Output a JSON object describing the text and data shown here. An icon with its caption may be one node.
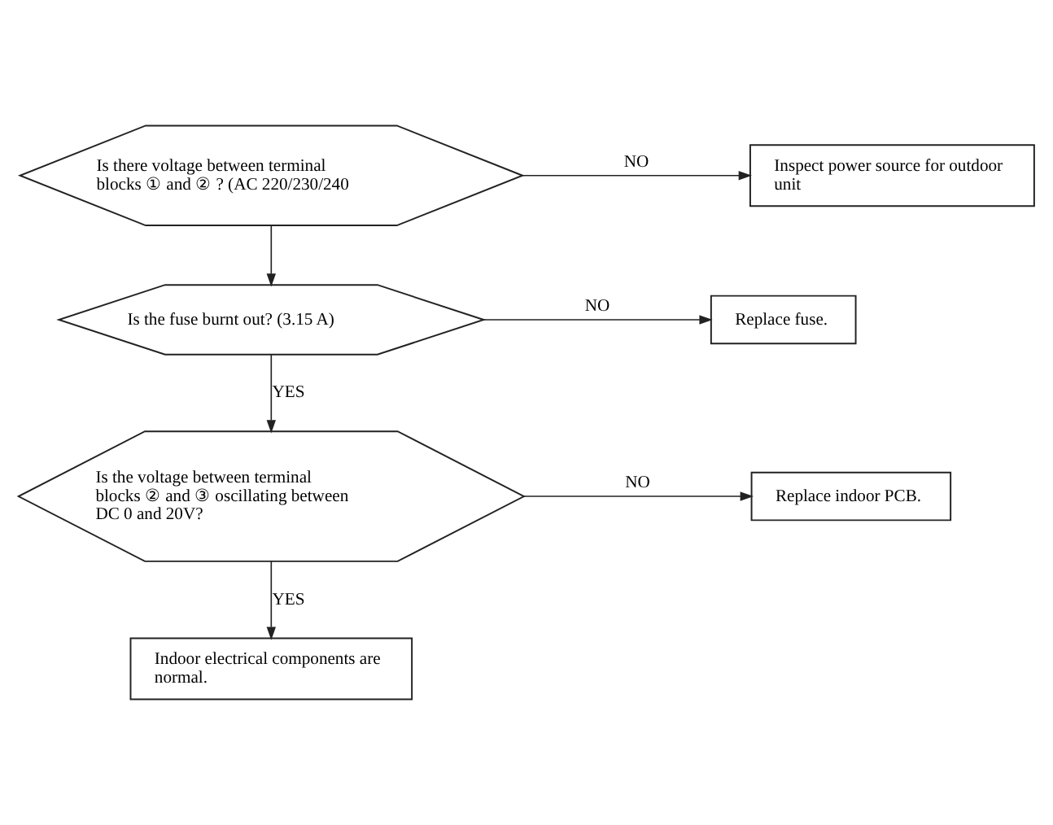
{
  "diagram": {
    "nodes": [
      {
        "text": [
          "Is there voltage between terminal blocks ① and ② ? (AC 220/230/240"
        ]
      },
      {
        "text": [
          "Inspect power source for outdoor unit"
        ]
      },
      {
        "text": [
          "Is the fuse burnt out? (3.15 A)"
        ]
      },
      {
        "text": [
          "Replace fuse."
        ]
      },
      {
        "text": [
          "Is the voltage between terminal blocks ② and ③ oscillating between DC 0 and 20V?"
        ]
      },
      {
        "text": [
          "Replace indoor PCB."
        ]
      },
      {
        "text": [
          "Indoor electrical components are normal."
        ]
      }
    ],
    "edges": [
      {
        "from": 0,
        "to": 1,
        "arrow": "to",
        "label": "NO"
      },
      {
        "from": 0,
        "to": 2,
        "arrow": "to"
      },
      {
        "from": 2,
        "to": 3,
        "arrow": "to",
        "label": "NO"
      },
      {
        "from": 2,
        "to": 4,
        "arrow": "to",
        "label": "YES"
      },
      {
        "from": 4,
        "to": 5,
        "arrow": "to",
        "label": "NO"
      },
      {
        "from": 4,
        "to": 6,
        "arrow": "to",
        "label": "YES"
      }
    ]
  }
}
